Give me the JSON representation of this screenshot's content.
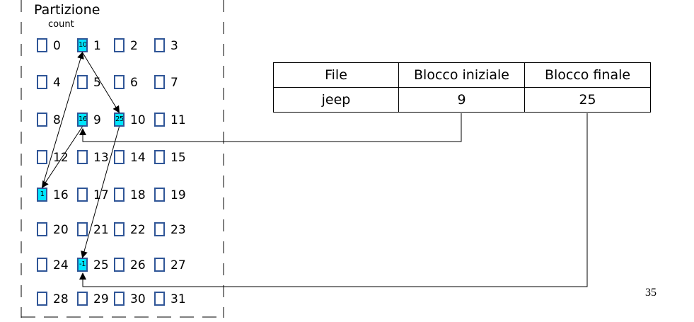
{
  "partition": {
    "title": "Partizione",
    "count_label": "count"
  },
  "blocks": [
    {
      "num": "0",
      "count": ""
    },
    {
      "num": "1",
      "count": "10"
    },
    {
      "num": "2",
      "count": ""
    },
    {
      "num": "3",
      "count": ""
    },
    {
      "num": "4",
      "count": ""
    },
    {
      "num": "5",
      "count": ""
    },
    {
      "num": "6",
      "count": ""
    },
    {
      "num": "7",
      "count": ""
    },
    {
      "num": "8",
      "count": ""
    },
    {
      "num": "9",
      "count": "16"
    },
    {
      "num": "10",
      "count": "25"
    },
    {
      "num": "11",
      "count": ""
    },
    {
      "num": "12",
      "count": ""
    },
    {
      "num": "13",
      "count": ""
    },
    {
      "num": "14",
      "count": ""
    },
    {
      "num": "15",
      "count": ""
    },
    {
      "num": "16",
      "count": "1"
    },
    {
      "num": "17",
      "count": ""
    },
    {
      "num": "18",
      "count": ""
    },
    {
      "num": "19",
      "count": ""
    },
    {
      "num": "20",
      "count": ""
    },
    {
      "num": "21",
      "count": ""
    },
    {
      "num": "22",
      "count": ""
    },
    {
      "num": "23",
      "count": ""
    },
    {
      "num": "24",
      "count": ""
    },
    {
      "num": "25",
      "count": "-1"
    },
    {
      "num": "26",
      "count": ""
    },
    {
      "num": "27",
      "count": ""
    },
    {
      "num": "28",
      "count": ""
    },
    {
      "num": "29",
      "count": ""
    },
    {
      "num": "30",
      "count": ""
    },
    {
      "num": "31",
      "count": ""
    }
  ],
  "chain": [
    "9",
    "16",
    "1",
    "10",
    "25"
  ],
  "table": {
    "headers": [
      "File",
      "Blocco iniziale",
      "Blocco finale"
    ],
    "rows": [
      [
        "jeep",
        "9",
        "25"
      ]
    ]
  },
  "page_number": "35",
  "colors": {
    "block_border": "#2f5597",
    "block_used": "#00e5ff"
  }
}
